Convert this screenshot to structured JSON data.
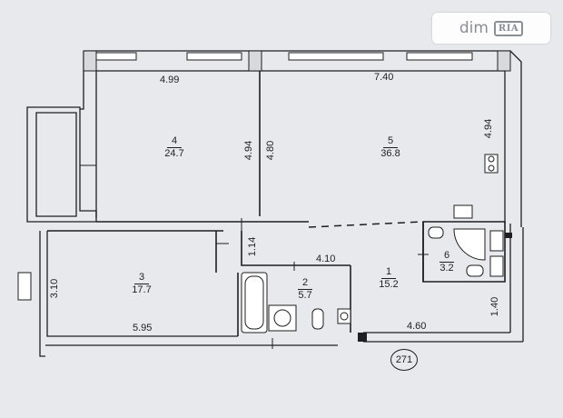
{
  "watermark": {
    "text": "dim",
    "badge": "RIA"
  },
  "plan_number": "271",
  "rooms": [
    {
      "number": "1",
      "area": "15.2"
    },
    {
      "number": "2",
      "area": "5.7"
    },
    {
      "number": "3",
      "area": "17.7"
    },
    {
      "number": "4",
      "area": "24.7"
    },
    {
      "number": "5",
      "area": "36.8"
    },
    {
      "number": "6",
      "area": "3.2"
    }
  ],
  "dimensions": {
    "d_4_99": "4.99",
    "d_7_40": "7.40",
    "d_4_94_right": "4.94",
    "d_4_94_mid": "4.94",
    "d_4_80": "4.80",
    "d_1_14": "1.14",
    "d_4_10": "4.10",
    "d_3_10": "3.10",
    "d_5_95": "5.95",
    "d_4_60": "4.60",
    "d_1_40": "1.40"
  },
  "colors": {
    "background": "#e8e9ec",
    "wall": "#1f1f22",
    "wall_fill": "#f4f4f6",
    "window_fill": "#ffffff"
  }
}
